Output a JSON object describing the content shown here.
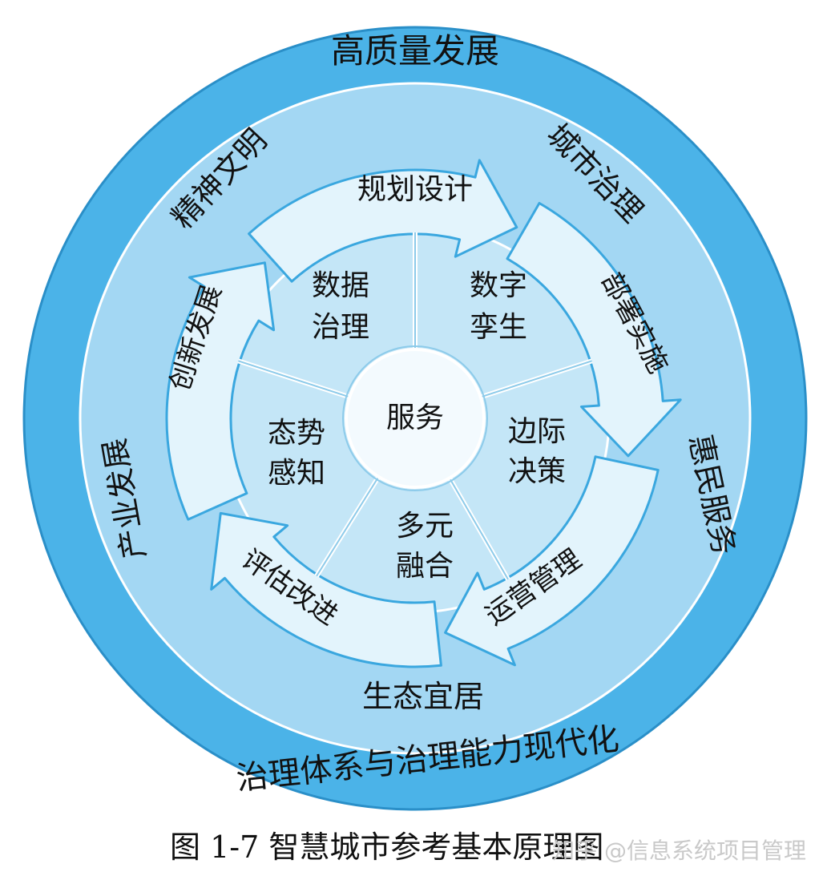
{
  "outer_ring": {
    "top": "高质量发展",
    "bottom": "治理体系与治理能力现代化"
  },
  "middle_ring": {
    "spirit": "精神文明",
    "city": "城市治理",
    "people": "惠民服务",
    "ecology": "生态宜居",
    "industry": "产业发展"
  },
  "cycle": {
    "design": "规划设计",
    "deploy": "部署实施",
    "operate": "运营管理",
    "evaluate": "评估改进",
    "innovate": "创新发展"
  },
  "sectors": {
    "data_governance": [
      "数据",
      "治理"
    ],
    "digital_twin": [
      "数字",
      "孪生"
    ],
    "edge_decision": [
      "边际",
      "决策"
    ],
    "fusion": [
      "多元",
      "融合"
    ],
    "perception": [
      "态势",
      "感知"
    ]
  },
  "center": "服务",
  "caption": "图 1-7  智慧城市参考基本原理图",
  "watermark": "知乎 @信息系统项目管理",
  "colors": {
    "outer": "#4bb3e8",
    "middle": "#a3d7f3",
    "arrow_fill": "#e3f4fc",
    "arrow_stroke": "#3aa7df",
    "inner": "#c4e6f7",
    "center": "#f3fafe"
  }
}
